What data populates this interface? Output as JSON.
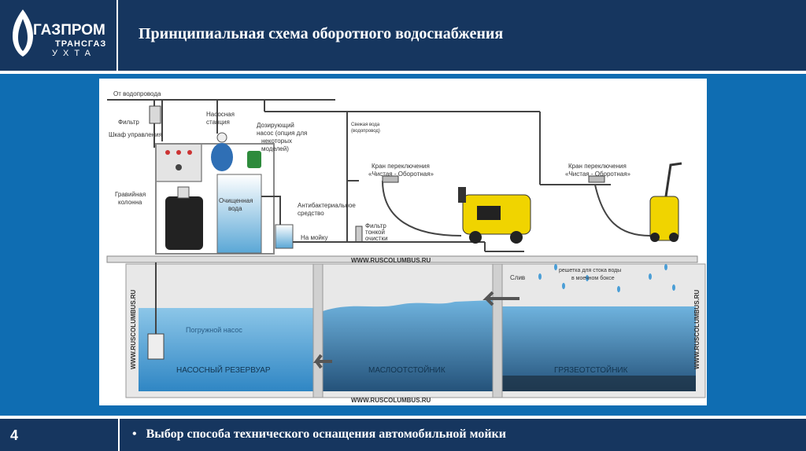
{
  "logo": {
    "brand": "ГАЗПРОМ",
    "sub": "ТРАНСГАЗ",
    "city": "УХТА"
  },
  "header": {
    "title": "Принципиальная схема оборотного водоснабжения"
  },
  "diagram": {
    "labels": {
      "from_water_supply": "От водопровода",
      "filter": "Фильтр",
      "control_cabinet": "Шкаф управления",
      "pump_station_1": "Насосная",
      "pump_station_2": "станция",
      "dosing_1": "Дозирующий",
      "dosing_2": "насос (опция для",
      "dosing_3": "некоторых",
      "dosing_4": "моделей)",
      "gravel_1": "Гравийная",
      "gravel_2": "колонна",
      "purified_1": "Очищенная",
      "purified_2": "вода",
      "antibac_1": "Антибактериальное",
      "antibac_2": "средство",
      "to_wash": "На мойку",
      "fine_filter_1": "Фильтр",
      "fine_filter_2": "тонкой",
      "fine_filter_3": "очистки",
      "fresh_water_1": "Свежая вода",
      "fresh_water_2": "(водопровод)",
      "valve_a_1": "Кран переключения",
      "valve_a_2": "«Чистая - Оборотная»",
      "valve_b_1": "Кран переключения",
      "valve_b_2": "«Чистая - Оборотная»",
      "drain": "Слив",
      "grate_1": "решетка для стока воды",
      "grate_2": "в моечном боксе",
      "site_top": "WWW.RUSCOLUMBUS.RU",
      "site_bottom": "WWW.RUSCOLUMBUS.RU",
      "site_left": "WWW.RUSCOLUMBUS.RU",
      "site_right": "WWW.RUSCOLUMBUS.RU",
      "submersible_pump": "Погружной насос",
      "tank_pump": "НАСОСНЫЙ РЕЗЕРВУАР",
      "tank_oil": "МАСЛООТСТОЙНИК",
      "tank_mud": "ГРЯЗЕОТСТОЙНИК"
    }
  },
  "footer": {
    "page_number": "4",
    "bullet": "•",
    "text": "Выбор способа технического оснащения автомобильной мойки"
  },
  "colors": {
    "header_bg": "#16365f",
    "page_bg": "#0f6db2",
    "water": "#5aa7d6",
    "machine_yellow": "#f0d400"
  }
}
